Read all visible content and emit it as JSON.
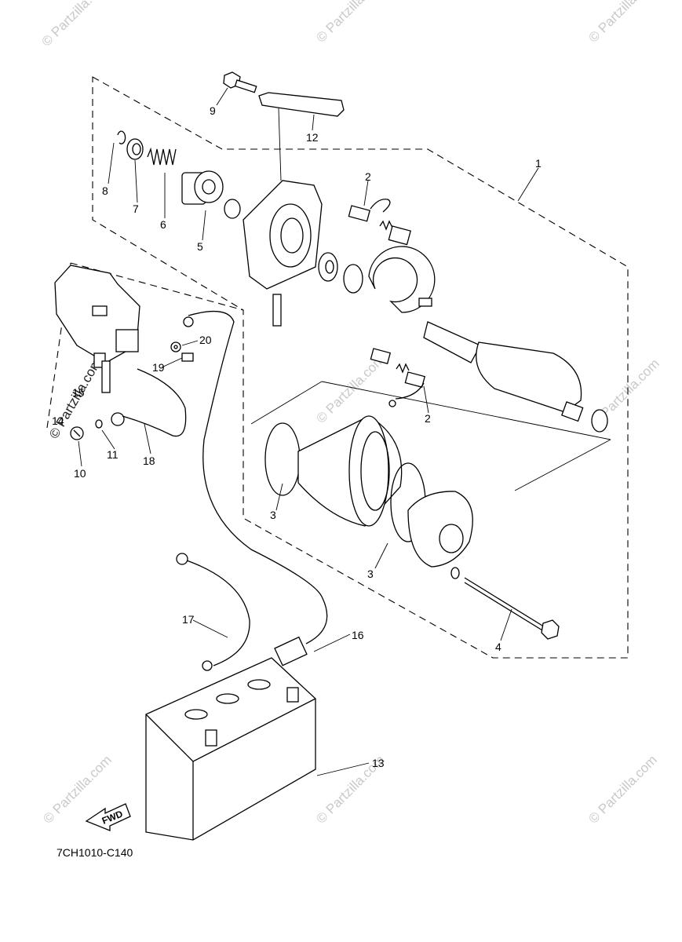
{
  "diagram": {
    "code": "7CH1010-C140",
    "fwd_label": "FWD",
    "watermark": "© Partzilla.com",
    "callouts": [
      {
        "id": "1",
        "label": "1"
      },
      {
        "id": "2a",
        "label": "2"
      },
      {
        "id": "2b",
        "label": "2"
      },
      {
        "id": "3a",
        "label": "3"
      },
      {
        "id": "3b",
        "label": "3"
      },
      {
        "id": "4",
        "label": "4"
      },
      {
        "id": "5",
        "label": "5"
      },
      {
        "id": "6",
        "label": "6"
      },
      {
        "id": "7",
        "label": "7"
      },
      {
        "id": "8",
        "label": "8"
      },
      {
        "id": "9",
        "label": "9"
      },
      {
        "id": "10",
        "label": "10"
      },
      {
        "id": "11",
        "label": "11"
      },
      {
        "id": "12",
        "label": "12"
      },
      {
        "id": "13",
        "label": "13"
      },
      {
        "id": "14",
        "label": "14"
      },
      {
        "id": "15",
        "label": "15"
      },
      {
        "id": "16",
        "label": "16"
      },
      {
        "id": "17",
        "label": "17"
      },
      {
        "id": "18",
        "label": "18"
      },
      {
        "id": "19",
        "label": "19"
      },
      {
        "id": "20",
        "label": "20"
      }
    ]
  }
}
